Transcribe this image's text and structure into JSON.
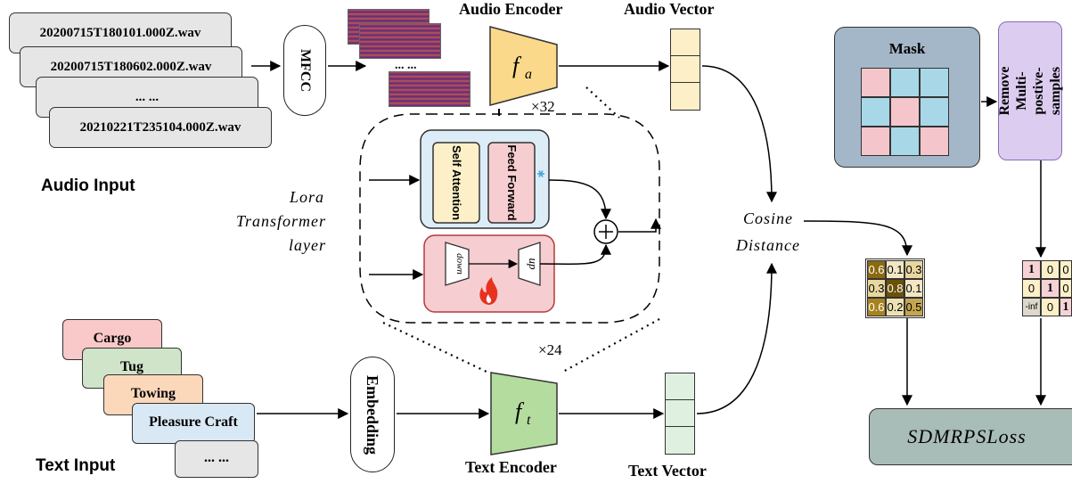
{
  "audio_files": [
    "20200715T180101.000Z.wav",
    "20200715T180602.000Z.wav",
    "... ...",
    "20210221T235104.000Z.wav"
  ],
  "audio_input_label": "Audio Input",
  "mfcc_label": "MFCC",
  "spectrogram_ellipsis": "... ...",
  "audio_encoder": {
    "title": "Audio Encoder",
    "symbol": "f",
    "subscript": "a",
    "repeat": "×32"
  },
  "audio_vector_label": "Audio Vector",
  "lora": {
    "label_lines": [
      "Lora",
      "Transformer",
      "layer"
    ],
    "self_attention": "Self Attention",
    "feed_forward": "Feed Forward",
    "down": "down",
    "up": "up",
    "frozen_icon": "snowflake-icon",
    "trainable_icon": "fire-icon"
  },
  "text_cards": [
    "Cargo",
    "Tug",
    "Towing",
    "Pleasure Craft",
    "... ..."
  ],
  "text_input_label": "Text Input",
  "embedding_label": "Embedding",
  "text_encoder": {
    "title": "Text Encoder",
    "symbol": "f",
    "subscript": "t",
    "repeat": "×24"
  },
  "text_vector_label": "Text Vector",
  "cosine_label_lines": [
    "Cosine",
    "Distance"
  ],
  "mask_label": "Mask",
  "remove_label": "Remove Multi-postive-samples",
  "sim_matrix": [
    [
      "0.6",
      "0.1",
      "0.3"
    ],
    [
      "0.3",
      "0.8",
      "0.1"
    ],
    [
      "0.6",
      "0.2",
      "0.5"
    ]
  ],
  "label_matrix": [
    [
      "1",
      "0",
      "0"
    ],
    [
      "0",
      "1",
      "0"
    ],
    [
      "-inf",
      "0",
      "1"
    ]
  ],
  "loss_label": "SDMRPSLoss",
  "colors": {
    "audio_encoder_fill": "#fbd98a",
    "text_encoder_fill": "#b5dc9f",
    "mask_bg": "#a3b7c8",
    "remove_bg": "#dccdf0",
    "loss_bg": "#a9bdb8",
    "card_pink": "#f9c8c8",
    "card_green": "#cfe4c8",
    "card_peach": "#fcd8bb",
    "card_blue": "#d8e8f4"
  }
}
